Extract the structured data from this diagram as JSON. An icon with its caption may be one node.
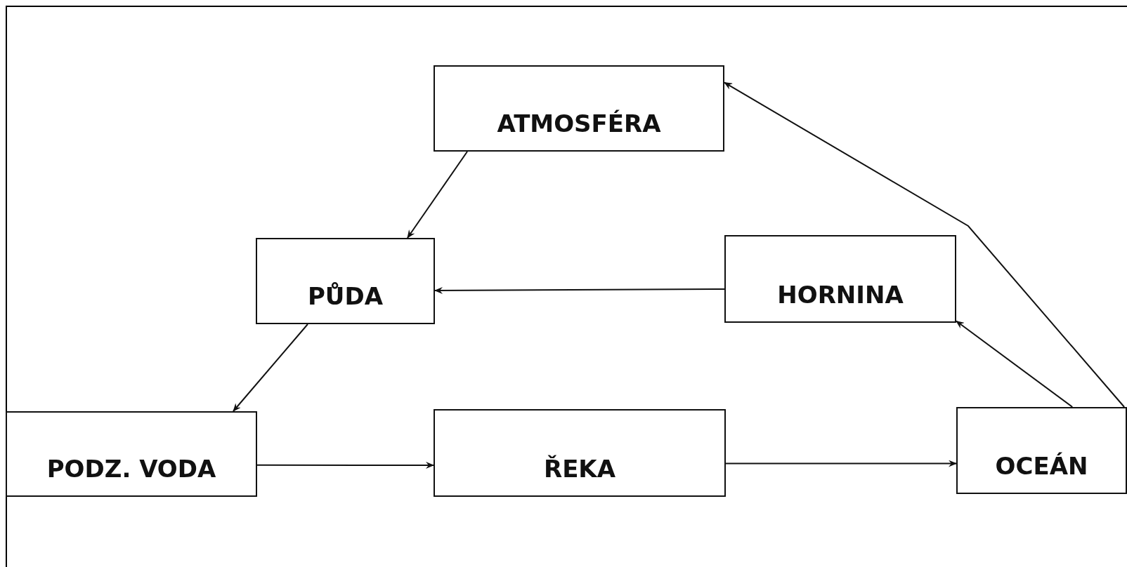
{
  "diagram": {
    "nodes": [
      {
        "text": [
          "ATMOSFÉRA"
        ]
      },
      {
        "text": [
          "PŮDA"
        ]
      },
      {
        "text": [
          "HORNINA"
        ]
      },
      {
        "text": [
          "PODZ. VODA"
        ]
      },
      {
        "text": [
          "ŘEKA"
        ]
      },
      {
        "text": [
          "OCEÁN"
        ]
      }
    ],
    "edges": [
      {
        "from": 0,
        "to": 1,
        "arrow": "to"
      },
      {
        "from": 2,
        "to": 1,
        "arrow": "to"
      },
      {
        "from": 1,
        "to": 3,
        "arrow": "to"
      },
      {
        "from": 3,
        "to": 4,
        "arrow": "to"
      },
      {
        "from": 4,
        "to": 5,
        "arrow": "to"
      },
      {
        "from": 5,
        "to": 2,
        "arrow": "to"
      },
      {
        "from": 5,
        "to": 0,
        "arrow": "to"
      }
    ]
  }
}
